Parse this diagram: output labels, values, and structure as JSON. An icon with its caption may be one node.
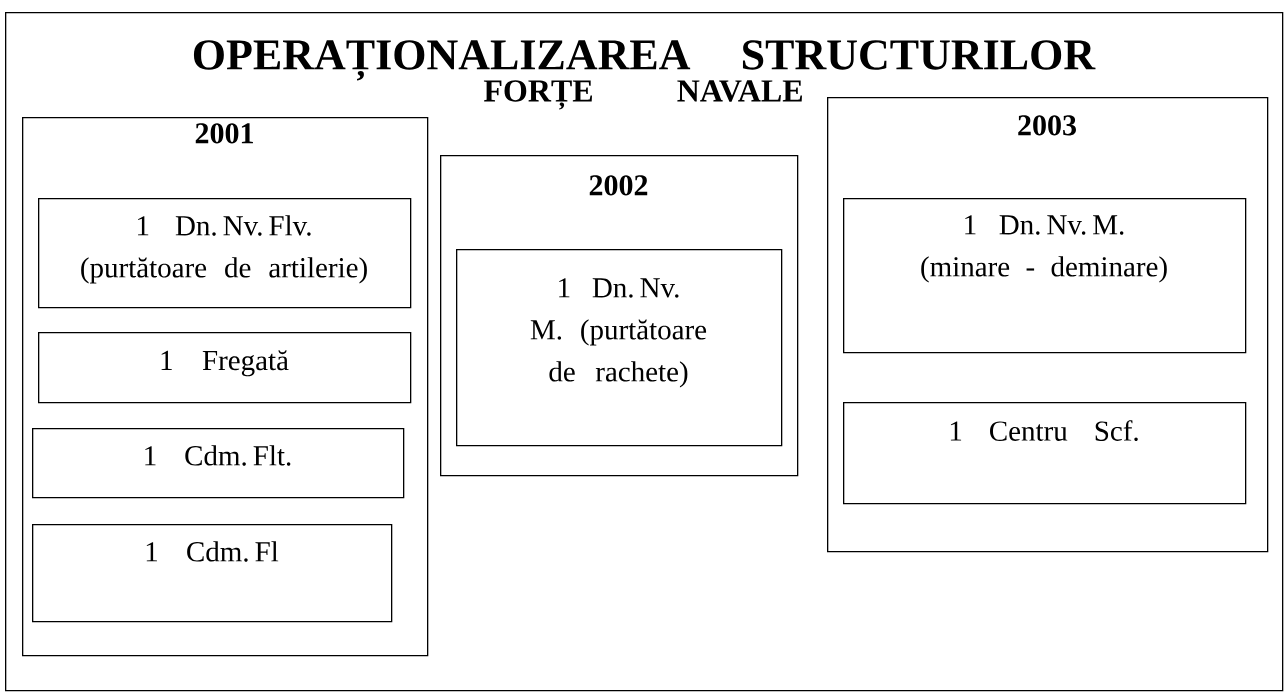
{
  "diagram": {
    "nodes": [
      {
        "text": [
          "OPERAȚIONALIZAREA STRUCTURILOR",
          "FORȚE NAVALE"
        ]
      },
      {
        "text": [
          "2001"
        ],
        "in": 0
      },
      {
        "text": [
          "1 Dn. Nv. Flv. (purtătoare de artilerie)"
        ],
        "in": 1
      },
      {
        "text": [
          "1 Fregată"
        ],
        "in": 1
      },
      {
        "text": [
          "1 Cdm. Flt."
        ],
        "in": 1
      },
      {
        "text": [
          "1 Cdm. Fl"
        ],
        "in": 1
      },
      {
        "text": [
          "2002"
        ],
        "in": 0
      },
      {
        "text": [
          "1 Dn. Nv. M. (purtătoare de rachete)"
        ],
        "in": 6
      },
      {
        "text": [
          "2003"
        ],
        "in": 0
      },
      {
        "text": [
          "1 Dn. Nv. M. (minare - deminare)"
        ],
        "in": 8
      },
      {
        "text": [
          "1 Centru Scf."
        ],
        "in": 8
      }
    ]
  }
}
